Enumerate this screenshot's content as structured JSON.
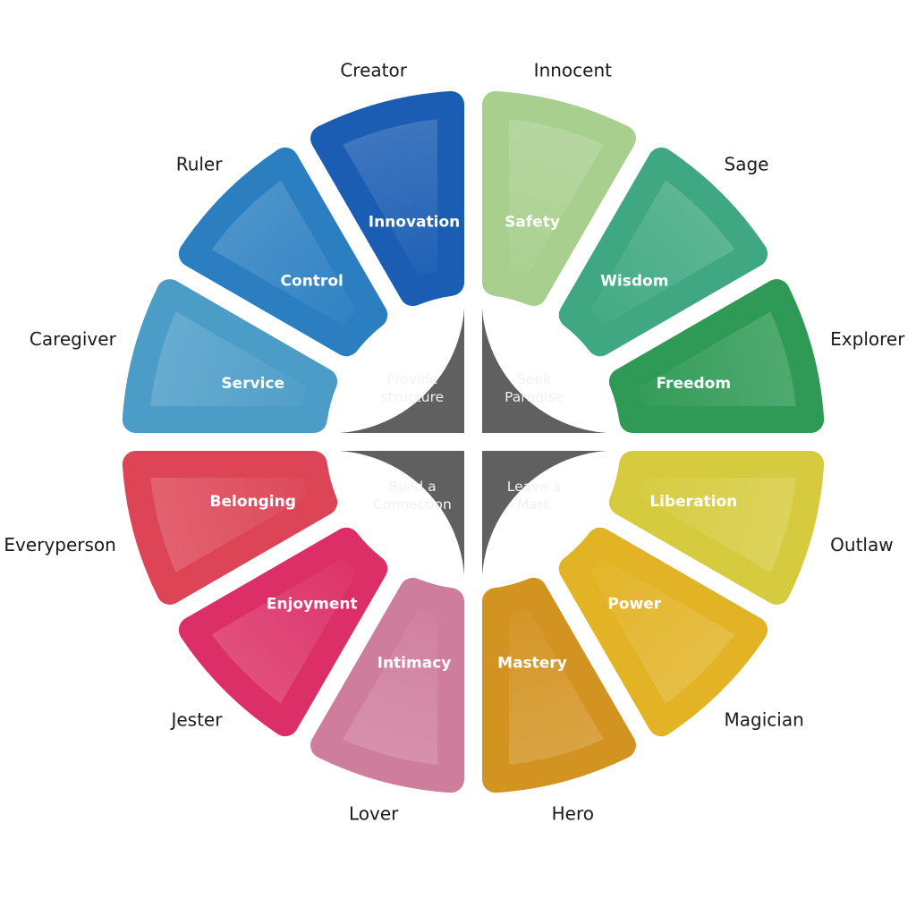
{
  "core": [
    {
      "lines": [
        "Seek",
        "Paradise"
      ]
    },
    {
      "lines": [
        "Leave a",
        "Mark"
      ]
    },
    {
      "lines": [
        "Build a",
        "Connection"
      ]
    },
    {
      "lines": [
        "Provide",
        "structure"
      ]
    }
  ],
  "core_color": "#606060",
  "archetypes": [
    {
      "name": "Innocent",
      "value": "Safety",
      "color": "#a9cf8e"
    },
    {
      "name": "Sage",
      "value": "Wisdom",
      "color": "#3fa883"
    },
    {
      "name": "Explorer",
      "value": "Freedom",
      "color": "#2f9a55"
    },
    {
      "name": "Outlaw",
      "value": "Liberation",
      "color": "#d6cb3e"
    },
    {
      "name": "Magician",
      "value": "Power",
      "color": "#e2b324"
    },
    {
      "name": "Hero",
      "value": "Mastery",
      "color": "#d39321"
    },
    {
      "name": "Lover",
      "value": "Intimacy",
      "color": "#cf7d9c"
    },
    {
      "name": "Jester",
      "value": "Enjoyment",
      "color": "#dc2f68"
    },
    {
      "name": "Everyperson",
      "value": "Belonging",
      "color": "#dd4556"
    },
    {
      "name": "Caregiver",
      "value": "Service",
      "color": "#4c9cc8"
    },
    {
      "name": "Ruler",
      "value": "Control",
      "color": "#2b7fc1"
    },
    {
      "name": "Creator",
      "value": "Innovation",
      "color": "#1b5db3"
    }
  ]
}
